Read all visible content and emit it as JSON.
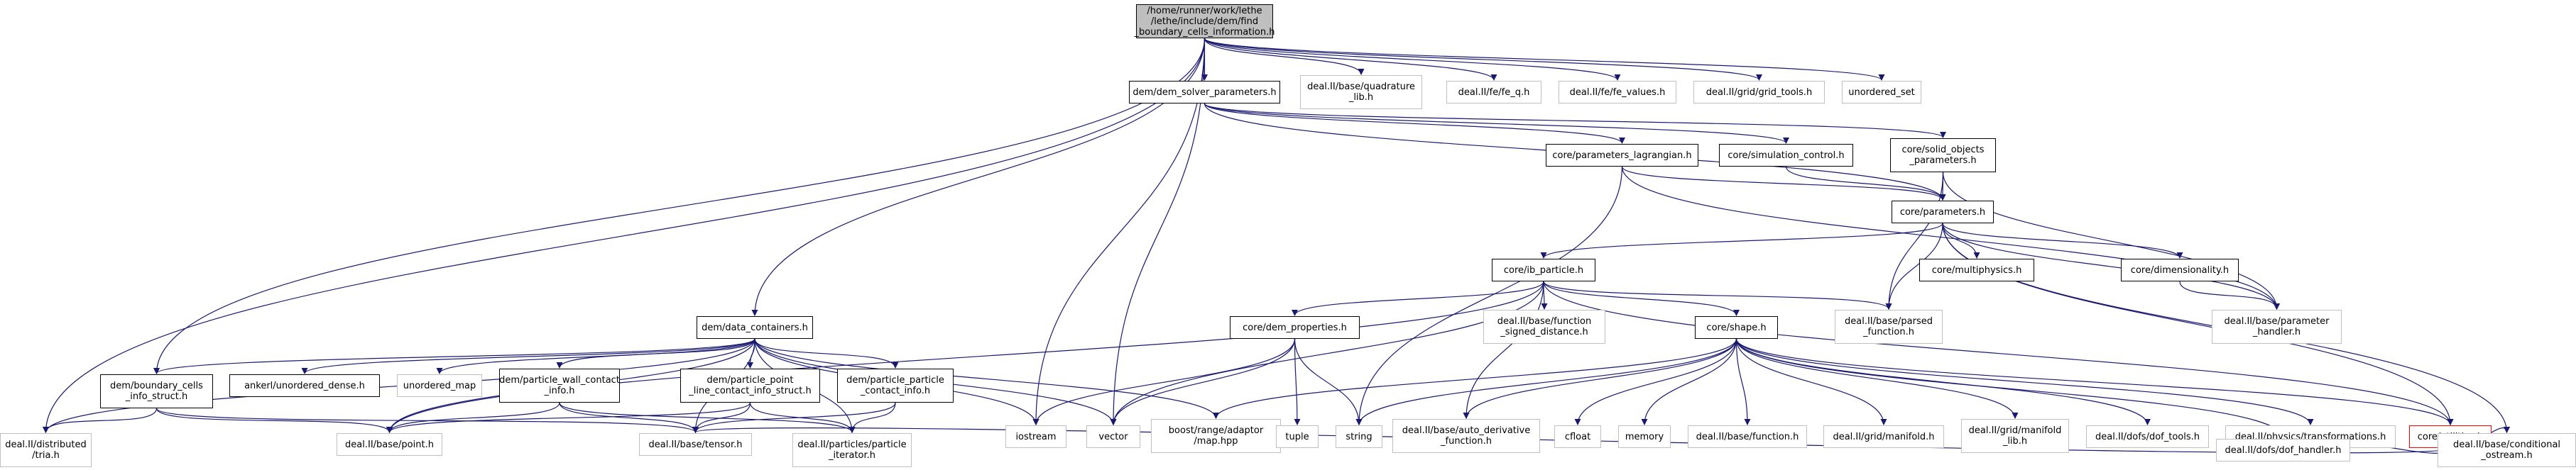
{
  "graph": {
    "nodes": [
      {
        "id": "root",
        "label": "/home/runner/work/lethe\n/lethe/include/dem/find\n_boundary_cells_information.h",
        "kind": "root",
        "interactable": true
      },
      {
        "id": "distributed_tria",
        "label": "deal.II/distributed\n/tria.h",
        "kind": "ext"
      },
      {
        "id": "boundary_cells_info_struct",
        "label": "dem/boundary_cells\n_info_struct.h",
        "kind": "normal",
        "interactable": true
      },
      {
        "id": "data_containers",
        "label": "dem/data_containers.h",
        "kind": "normal",
        "interactable": true
      },
      {
        "id": "iostream",
        "label": "iostream",
        "kind": "ext"
      },
      {
        "id": "vector",
        "label": "vector",
        "kind": "ext"
      },
      {
        "id": "dem_solver_parameters",
        "label": "dem/dem_solver_parameters.h",
        "kind": "normal",
        "interactable": true
      },
      {
        "id": "quadrature_lib",
        "label": "deal.II/base/quadrature\n_lib.h",
        "kind": "ext"
      },
      {
        "id": "fe_q",
        "label": "deal.II/fe/fe_q.h",
        "kind": "ext"
      },
      {
        "id": "fe_values",
        "label": "deal.II/fe/fe_values.h",
        "kind": "ext"
      },
      {
        "id": "grid_tools",
        "label": "deal.II/grid/grid_tools.h",
        "kind": "ext"
      },
      {
        "id": "unordered_set",
        "label": "unordered_set",
        "kind": "ext"
      },
      {
        "id": "parameters_lagrangian",
        "label": "core/parameters_lagrangian.h",
        "kind": "normal",
        "interactable": true
      },
      {
        "id": "simulation_control",
        "label": "core/simulation_control.h",
        "kind": "normal",
        "interactable": true
      },
      {
        "id": "solid_objects_parameters",
        "label": "core/solid_objects\n_parameters.h",
        "kind": "normal",
        "interactable": true
      },
      {
        "id": "parameters",
        "label": "core/parameters.h",
        "kind": "normal",
        "interactable": true
      },
      {
        "id": "ib_particle",
        "label": "core/ib_particle.h",
        "kind": "normal",
        "interactable": true
      },
      {
        "id": "multiphysics",
        "label": "core/multiphysics.h",
        "kind": "normal",
        "interactable": true
      },
      {
        "id": "dimensionality",
        "label": "core/dimensionality.h",
        "kind": "normal",
        "interactable": true
      },
      {
        "id": "parameter_handler",
        "label": "deal.II/base/parameter\n_handler.h",
        "kind": "ext"
      },
      {
        "id": "dem_properties",
        "label": "core/dem_properties.h",
        "kind": "normal",
        "interactable": true
      },
      {
        "id": "function_signed_distance",
        "label": "deal.II/base/function\n_signed_distance.h",
        "kind": "ext"
      },
      {
        "id": "parsed_function",
        "label": "deal.II/base/parsed\n_function.h",
        "kind": "ext"
      },
      {
        "id": "shape",
        "label": "core/shape.h",
        "kind": "normal",
        "interactable": true
      },
      {
        "id": "ankerl_unordered_dense",
        "label": "ankerl/unordered_dense.h",
        "kind": "normal",
        "interactable": true
      },
      {
        "id": "unordered_map",
        "label": "unordered_map",
        "kind": "ext"
      },
      {
        "id": "particle_wall_contact_info",
        "label": "dem/particle_wall_contact\n_info.h",
        "kind": "normal",
        "interactable": true
      },
      {
        "id": "particle_point_line_contact_info_struct",
        "label": "dem/particle_point\n_line_contact_info_struct.h",
        "kind": "normal",
        "interactable": true
      },
      {
        "id": "particle_particle_contact_info",
        "label": "dem/particle_particle\n_contact_info.h",
        "kind": "normal",
        "interactable": true
      },
      {
        "id": "boost_range_adaptor_map",
        "label": "boost/range/adaptor\n/map.hpp",
        "kind": "ext"
      },
      {
        "id": "tuple",
        "label": "tuple",
        "kind": "ext"
      },
      {
        "id": "string",
        "label": "string",
        "kind": "ext"
      },
      {
        "id": "auto_derivative_function",
        "label": "deal.II/base/auto_derivative\n_function.h",
        "kind": "ext"
      },
      {
        "id": "cfloat",
        "label": "cfloat",
        "kind": "ext"
      },
      {
        "id": "memory",
        "label": "memory",
        "kind": "ext"
      },
      {
        "id": "base_function",
        "label": "deal.II/base/function.h",
        "kind": "ext"
      },
      {
        "id": "grid_manifold",
        "label": "deal.II/grid/manifold.h",
        "kind": "ext"
      },
      {
        "id": "grid_manifold_lib",
        "label": "deal.II/grid/manifold\n_lib.h",
        "kind": "ext"
      },
      {
        "id": "dof_tools",
        "label": "deal.II/dofs/dof_tools.h",
        "kind": "ext"
      },
      {
        "id": "physics_transformations",
        "label": "deal.II/physics/transformations.h",
        "kind": "ext"
      },
      {
        "id": "utilities",
        "label": "core/utilities.h",
        "kind": "red",
        "interactable": true
      },
      {
        "id": "base_point",
        "label": "deal.II/base/point.h",
        "kind": "ext"
      },
      {
        "id": "base_tensor",
        "label": "deal.II/base/tensor.h",
        "kind": "ext"
      },
      {
        "id": "particles_iterator",
        "label": "deal.II/particles/particle\n_iterator.h",
        "kind": "ext"
      },
      {
        "id": "dof_handler",
        "label": "deal.II/dofs/dof_handler.h",
        "kind": "ext"
      },
      {
        "id": "conditional_ostream",
        "label": "deal.II/base/conditional\n_ostream.h",
        "kind": "ext"
      }
    ],
    "edges": [
      [
        "root",
        "distributed_tria"
      ],
      [
        "root",
        "boundary_cells_info_struct"
      ],
      [
        "root",
        "data_containers"
      ],
      [
        "root",
        "iostream"
      ],
      [
        "root",
        "vector"
      ],
      [
        "root",
        "dem_solver_parameters"
      ],
      [
        "root",
        "quadrature_lib"
      ],
      [
        "root",
        "fe_q"
      ],
      [
        "root",
        "fe_values"
      ],
      [
        "root",
        "grid_tools"
      ],
      [
        "root",
        "unordered_set"
      ],
      [
        "dem_solver_parameters",
        "parameters_lagrangian"
      ],
      [
        "dem_solver_parameters",
        "simulation_control"
      ],
      [
        "dem_solver_parameters",
        "solid_objects_parameters"
      ],
      [
        "dem_solver_parameters",
        "parameters"
      ],
      [
        "parameters_lagrangian",
        "parameters"
      ],
      [
        "parameters_lagrangian",
        "parameter_handler"
      ],
      [
        "parameters_lagrangian",
        "string"
      ],
      [
        "simulation_control",
        "parameters"
      ],
      [
        "solid_objects_parameters",
        "parameters"
      ],
      [
        "solid_objects_parameters",
        "parameter_handler"
      ],
      [
        "solid_objects_parameters",
        "parsed_function"
      ],
      [
        "parameters",
        "ib_particle"
      ],
      [
        "parameters",
        "multiphysics"
      ],
      [
        "parameters",
        "dimensionality"
      ],
      [
        "parameters",
        "parameter_handler"
      ],
      [
        "parameters",
        "parsed_function"
      ],
      [
        "parameters",
        "conditional_ostream"
      ],
      [
        "parameters",
        "utilities"
      ],
      [
        "dimensionality",
        "parameter_handler"
      ],
      [
        "ib_particle",
        "dem_properties"
      ],
      [
        "ib_particle",
        "function_signed_distance"
      ],
      [
        "ib_particle",
        "parsed_function"
      ],
      [
        "ib_particle",
        "shape"
      ],
      [
        "ib_particle",
        "auto_derivative_function"
      ],
      [
        "ib_particle",
        "vector"
      ],
      [
        "ib_particle",
        "base_point"
      ],
      [
        "ib_particle",
        "utilities"
      ],
      [
        "dem_properties",
        "iostream"
      ],
      [
        "dem_properties",
        "vector"
      ],
      [
        "dem_properties",
        "tuple"
      ],
      [
        "dem_properties",
        "string"
      ],
      [
        "shape",
        "boost_range_adaptor_map"
      ],
      [
        "shape",
        "string"
      ],
      [
        "shape",
        "auto_derivative_function"
      ],
      [
        "shape",
        "cfloat"
      ],
      [
        "shape",
        "memory"
      ],
      [
        "shape",
        "base_function"
      ],
      [
        "shape",
        "grid_manifold"
      ],
      [
        "shape",
        "grid_manifold_lib"
      ],
      [
        "shape",
        "dof_tools"
      ],
      [
        "shape",
        "physics_transformations"
      ],
      [
        "shape",
        "utilities"
      ],
      [
        "shape",
        "dof_handler"
      ],
      [
        "utilities",
        "base_tensor"
      ],
      [
        "utilities",
        "dof_handler"
      ],
      [
        "utilities",
        "conditional_ostream"
      ],
      [
        "data_containers",
        "distributed_tria"
      ],
      [
        "data_containers",
        "boundary_cells_info_struct"
      ],
      [
        "data_containers",
        "ankerl_unordered_dense"
      ],
      [
        "data_containers",
        "unordered_map"
      ],
      [
        "data_containers",
        "particle_wall_contact_info"
      ],
      [
        "data_containers",
        "particle_point_line_contact_info_struct"
      ],
      [
        "data_containers",
        "particle_particle_contact_info"
      ],
      [
        "data_containers",
        "boost_range_adaptor_map"
      ],
      [
        "data_containers",
        "iostream"
      ],
      [
        "data_containers",
        "vector"
      ],
      [
        "data_containers",
        "base_point"
      ],
      [
        "data_containers",
        "base_tensor"
      ],
      [
        "data_containers",
        "particles_iterator"
      ],
      [
        "boundary_cells_info_struct",
        "distributed_tria"
      ],
      [
        "boundary_cells_info_struct",
        "base_point"
      ],
      [
        "boundary_cells_info_struct",
        "base_tensor"
      ],
      [
        "particle_wall_contact_info",
        "base_point"
      ],
      [
        "particle_wall_contact_info",
        "base_tensor"
      ],
      [
        "particle_wall_contact_info",
        "particles_iterator"
      ],
      [
        "particle_point_line_contact_info_struct",
        "base_point"
      ],
      [
        "particle_point_line_contact_info_struct",
        "base_tensor"
      ],
      [
        "particle_point_line_contact_info_struct",
        "particles_iterator"
      ],
      [
        "particle_particle_contact_info",
        "base_tensor"
      ],
      [
        "particle_particle_contact_info",
        "particles_iterator"
      ]
    ]
  }
}
